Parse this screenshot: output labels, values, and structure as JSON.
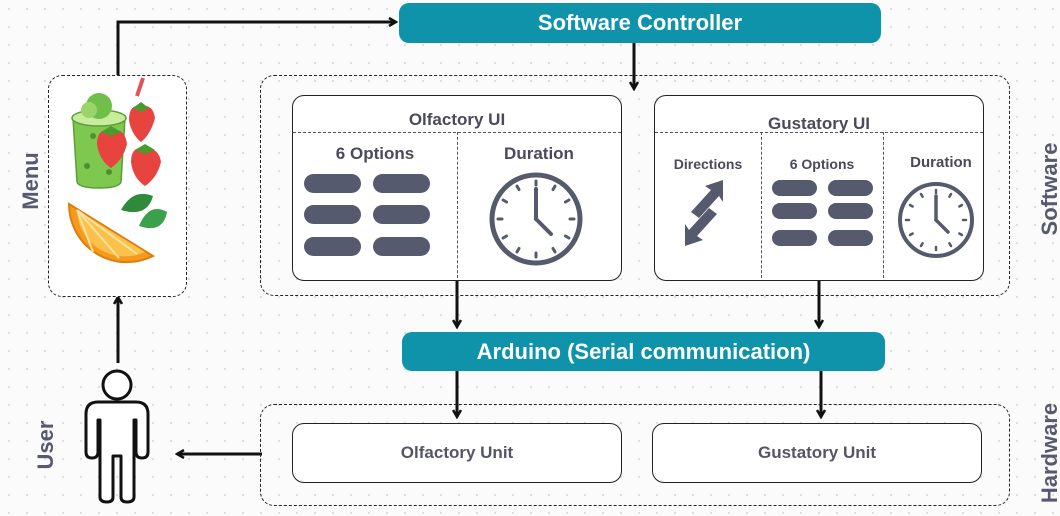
{
  "software_controller": "Software Controller",
  "arduino": "Arduino (Serial communication)",
  "side_labels": {
    "menu": "Menu",
    "user": "User",
    "software": "Software",
    "hardware": "Hardware"
  },
  "olfactory_ui": {
    "title": "Olfactory  UI",
    "options": "6 Options",
    "duration": "Duration"
  },
  "gustatory_ui": {
    "title": "Gustatory UI",
    "directions": "Directions",
    "options": "6 Options",
    "duration": "Duration"
  },
  "hardware": {
    "olfactory_unit": "Olfactory Unit",
    "gustatory_unit": "Gustatory Unit"
  },
  "colors": {
    "accent": "#0e93aa",
    "pill": "#565a6e",
    "text": "#4a4a5a"
  },
  "icons": [
    "menu-food-image",
    "clock-icon",
    "direction-arrows-icon",
    "user-figure-icon"
  ]
}
